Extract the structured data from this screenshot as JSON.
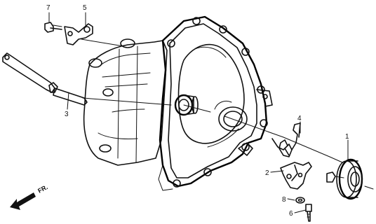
{
  "callouts": {
    "p1": "1",
    "p2": "2",
    "p3": "3",
    "p4": "4",
    "p5": "5",
    "p6": "6",
    "p7": "7",
    "p8": "8"
  },
  "direction_label": "FR."
}
